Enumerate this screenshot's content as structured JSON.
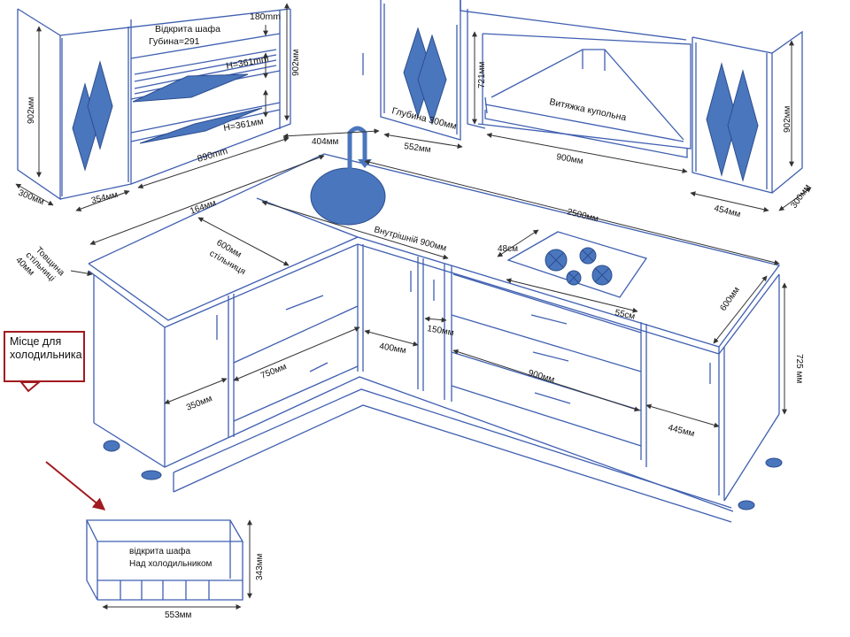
{
  "colors": {
    "line": "#3f5fb0",
    "fill": "#4a76bd",
    "dim": "#333333",
    "callout": "#a11a1f"
  },
  "labels": {
    "open_cabinet": "Відкрита шафа",
    "depth_291": "Губина=291",
    "h180": "180mm",
    "h361_1": "H=361mm",
    "h361_2": "H=361мм",
    "h902_mid": "902мм",
    "h902_left": "902мм",
    "d300_left": "300мм",
    "w354": "354мм",
    "w890": "890mm",
    "w404": "404мм",
    "depth_300": "Глубина 300мм",
    "w552": "552мм",
    "h721": "721мм",
    "hood": "Витяжка купольна",
    "w900_hood": "900мм",
    "h902_right": "902мм",
    "w454": "454мм",
    "d300_right": "300мм",
    "w164": "164мм",
    "w2500": "2500мм",
    "thickness": [
      "Товщина",
      "стільниці",
      "40мм"
    ],
    "counter600_1": "600мм",
    "counter600_2": "стільниця",
    "inner900": "Внутрішній 900мм",
    "hob48": "48см",
    "hob55": "55см",
    "right600": "600мм",
    "h725": "725 мм",
    "w150": "150мм",
    "w400": "400мм",
    "w750": "750мм",
    "w350": "350мм",
    "w900_low": "900мм",
    "w445": "445мм",
    "fridge_cab_1": "відкрита шафа",
    "fridge_cab_2": "Над холодильником",
    "h343": "343мм",
    "w553": "553мм"
  },
  "callout": {
    "text": "Місце для холодильника"
  }
}
